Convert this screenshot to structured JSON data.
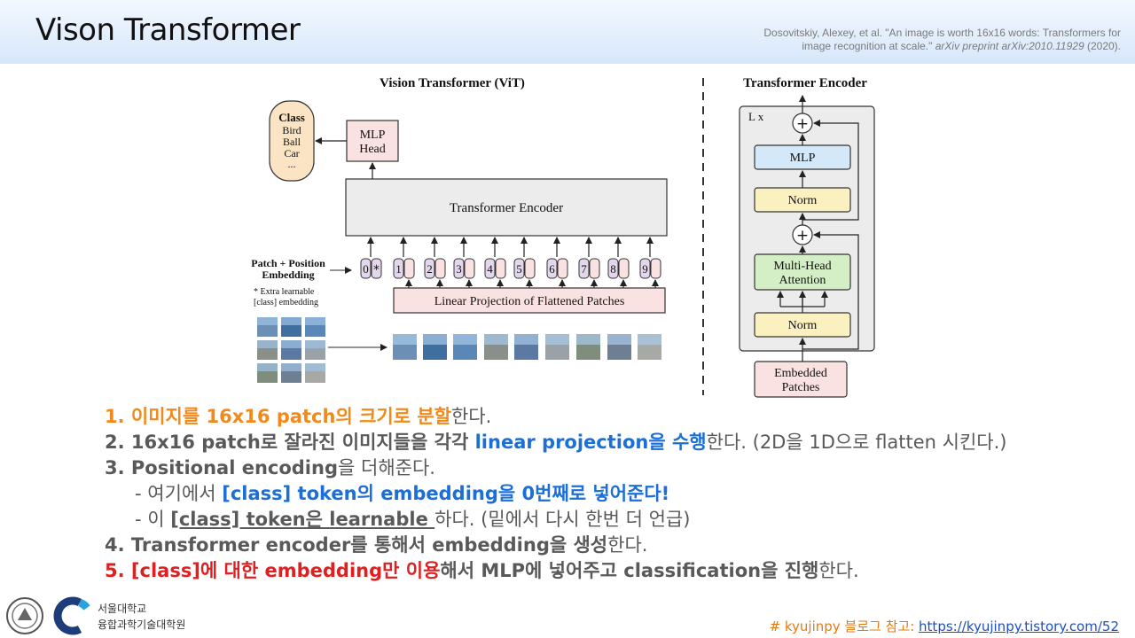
{
  "header": {
    "title": "Vison Transformer",
    "citation_plain": "Dosovitskiy, Alexey, et al. \"An image is worth 16x16 words: Transformers for image recognition at scale.\"",
    "citation_journal": "arXiv preprint arXiv:2010.11929",
    "citation_year": " (2020)."
  },
  "diagram": {
    "vit_title": "Vision Transformer (ViT)",
    "class_box": {
      "title": "Class",
      "items": [
        "Bird",
        "Ball",
        "Car",
        "..."
      ]
    },
    "mlp_head": [
      "MLP",
      "Head"
    ],
    "transformer_encoder": "Transformer Encoder",
    "patch_pos_label": [
      "Patch + Position",
      "Embedding"
    ],
    "extra_note": [
      "* Extra learnable",
      "[class] embedding"
    ],
    "token_numbers": [
      "0",
      "1",
      "2",
      "3",
      "4",
      "5",
      "6",
      "7",
      "8",
      "9"
    ],
    "token_star": "*",
    "linear_projection": "Linear Projection of Flattened Patches",
    "encoder_title": "Transformer Encoder",
    "lx": "L x",
    "plus": "+",
    "mlp": "MLP",
    "norm": "Norm",
    "mha": [
      "Multi-Head",
      "Attention"
    ],
    "embedded_patches": [
      "Embedded",
      "Patches"
    ],
    "colors": {
      "purple": "#e3d7ec",
      "pink": "#fbe2e2",
      "blue": "#d3e8f8",
      "yellow": "#fbf0c0",
      "green": "#d4efc6",
      "gray": "#ececec",
      "orange": "#fbe4c4"
    }
  },
  "bullets": {
    "l1": {
      "num": "1. ",
      "hl": "이미지를 16x16 patch의 크기로 분할",
      "rest": "한다."
    },
    "l2": {
      "a": "2. 16x16 patch로 잘라진 이미지들을 각각 ",
      "hl": "linear projection을 수행",
      "rest": "한다. (2D을 1D으로 flatten 시킨다.)"
    },
    "l3": {
      "a": "3. Positional encoding",
      "rest": "을 더해준다."
    },
    "l4": {
      "a": "- 여기에서 ",
      "hl": "[class] token의 embedding을 0번째로 넣어준다!"
    },
    "l5": {
      "a": "- 이 ",
      "hl": "[class] token은 learnable ",
      "rest": "하다. (밑에서 다시 한번 더 언급)"
    },
    "l6": {
      "a": "4. Transformer encoder를 통해서 embedding을 생성",
      "rest": "한다."
    },
    "l7": {
      "hl": "5. [class]에 대한 embedding만 이용",
      "a": "해서 MLP에 넣어주고 classification을 진행",
      "rest": "한다."
    }
  },
  "footer": {
    "logo_line1": "서울대학교",
    "logo_line2": "융합과학기술대학원",
    "ref_label": "# kyujinpy 블로그 참고: ",
    "ref_url": "https://kyujinpy.tistory.com/52"
  }
}
